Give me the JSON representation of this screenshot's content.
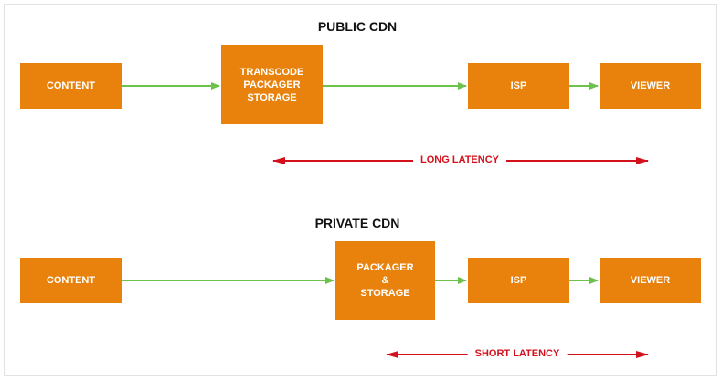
{
  "public": {
    "title": "PUBLIC CDN",
    "boxes": [
      "CONTENT",
      "TRANSCODE\nPACKAGER\nSTORAGE",
      "ISP",
      "VIEWER"
    ],
    "latency": "LONG LATENCY"
  },
  "private": {
    "title": "PRIVATE CDN",
    "boxes": [
      "CONTENT",
      "PACKAGER\n&\nSTORAGE",
      "ISP",
      "VIEWER"
    ],
    "latency": "SHORT LATENCY"
  },
  "colors": {
    "box": "#e8820c",
    "flow_arrow": "#6cc24a",
    "latency": "#d4101c"
  }
}
